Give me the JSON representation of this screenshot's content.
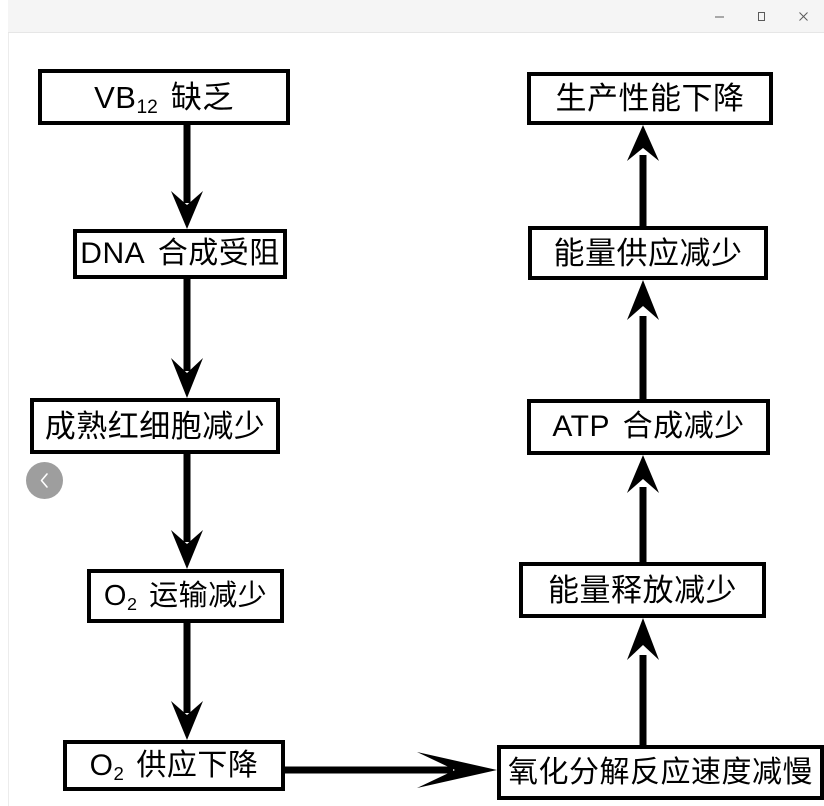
{
  "window": {
    "controls": [
      {
        "name": "minimize",
        "glyph": "minimize-icon"
      },
      {
        "name": "maximize",
        "glyph": "maximize-icon"
      },
      {
        "name": "close",
        "glyph": "close-icon"
      }
    ]
  },
  "colors": {
    "stroke": "#000000",
    "background": "#ffffff",
    "titlebar": "#f5f5f5",
    "fab": "#9e9e9e",
    "fab_icon": "#ffffff"
  },
  "diagram": {
    "type": "flowchart",
    "left_column": {
      "nodes": [
        {
          "id": "vb12",
          "text_prefix": "VB",
          "sub": "12",
          "text_suffix": "缺乏",
          "full_text": "VB12 缺乏"
        },
        {
          "id": "dna",
          "text_prefix": "DNA",
          "sub": "",
          "text_suffix": "合成受阻",
          "full_text": "DNA 合成受阻"
        },
        {
          "id": "rbc",
          "text_prefix": "",
          "sub": "",
          "text_suffix": "成熟红细胞减少",
          "full_text": "成熟红细胞减少"
        },
        {
          "id": "o2-transport",
          "text_prefix": "O",
          "sub": "2",
          "text_suffix": "运输减少",
          "full_text": "O2 运输减少"
        },
        {
          "id": "o2-supply",
          "text_prefix": "O",
          "sub": "2",
          "text_suffix": "供应下降",
          "full_text": "O2 供应下降"
        }
      ]
    },
    "right_column": {
      "nodes": [
        {
          "id": "performance",
          "text_prefix": "",
          "sub": "",
          "text_suffix": "生产性能下降",
          "full_text": "生产性能下降"
        },
        {
          "id": "energy-supply",
          "text_prefix": "",
          "sub": "",
          "text_suffix": "能量供应减少",
          "full_text": "能量供应减少"
        },
        {
          "id": "atp",
          "text_prefix": "ATP",
          "sub": "",
          "text_suffix": "合成减少",
          "full_text": "ATP 合成减少"
        },
        {
          "id": "energy-release",
          "text_prefix": "",
          "sub": "",
          "text_suffix": "能量释放减少",
          "full_text": "能量释放减少"
        },
        {
          "id": "oxidation",
          "text_prefix": "",
          "sub": "",
          "text_suffix": "氧化分解反应速度减慢",
          "full_text": "氧化分解反应速度减慢"
        }
      ]
    },
    "edges": [
      {
        "from": "vb12",
        "to": "dna",
        "direction": "down"
      },
      {
        "from": "dna",
        "to": "rbc",
        "direction": "down"
      },
      {
        "from": "rbc",
        "to": "o2-transport",
        "direction": "down"
      },
      {
        "from": "o2-transport",
        "to": "o2-supply",
        "direction": "down"
      },
      {
        "from": "o2-supply",
        "to": "oxidation",
        "direction": "right"
      },
      {
        "from": "oxidation",
        "to": "energy-release",
        "direction": "up"
      },
      {
        "from": "energy-release",
        "to": "atp",
        "direction": "up"
      },
      {
        "from": "atp",
        "to": "energy-supply",
        "direction": "up"
      },
      {
        "from": "energy-supply",
        "to": "performance",
        "direction": "up"
      }
    ]
  },
  "overlay": {
    "back_button": {
      "icon": "chevron-left-icon",
      "label": ""
    }
  }
}
